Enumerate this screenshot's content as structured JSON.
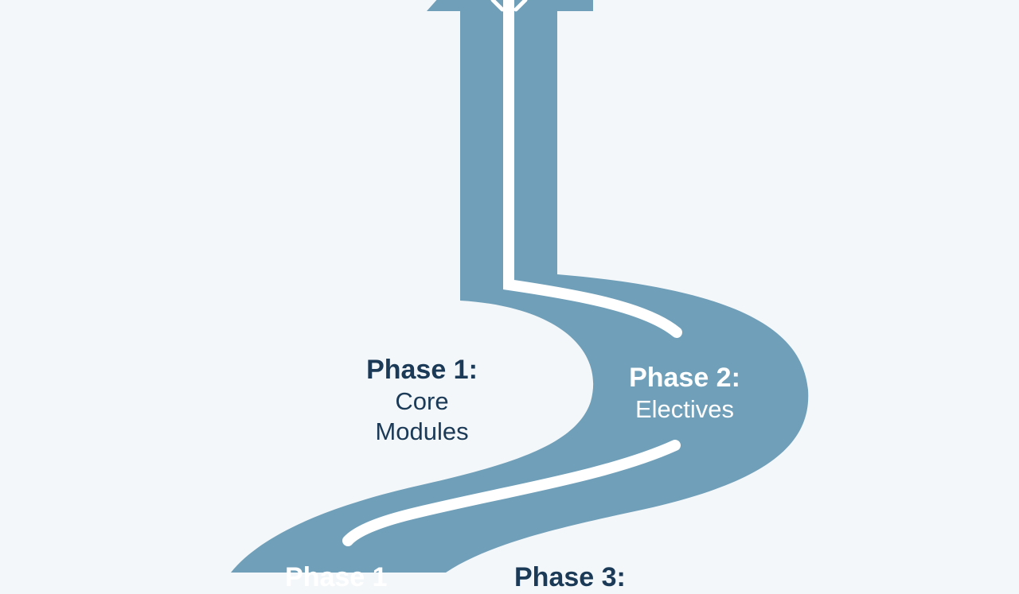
{
  "diagram": {
    "colors": {
      "background": "#f4f7f9",
      "road": "#6f9fb9",
      "road_line": "#ffffff",
      "text_dark": "#1b3a57",
      "text_light": "#ffffff"
    },
    "arrow": {
      "icon": "upward-arrow-icon"
    },
    "phases": [
      {
        "id": "phase1",
        "title": "Phase 1:",
        "subtitle_lines": [
          "Core",
          "Modules"
        ]
      },
      {
        "id": "phase2",
        "title": "Phase 2:",
        "subtitle_lines": [
          "Electives"
        ]
      },
      {
        "id": "bottom_left",
        "title": "Phase 1"
      },
      {
        "id": "phase3",
        "title": "Phase 3:"
      }
    ]
  }
}
